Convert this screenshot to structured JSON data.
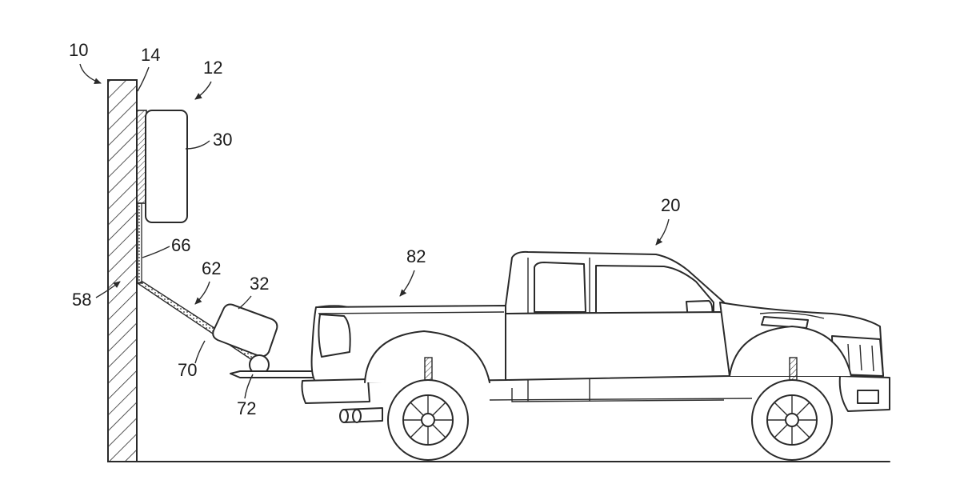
{
  "figure": {
    "labels": {
      "wall_system": "10",
      "mount_assembly": "12",
      "wall_surface": "14",
      "vehicle": "20",
      "housing": "30",
      "charger_head": "32",
      "wall_base": "58",
      "arm_assembly": "62",
      "upper_arm": "66",
      "lower_arm": "70",
      "roller": "72",
      "truck_bed": "82"
    },
    "colors": {
      "line": "#2a2a2a",
      "background": "#ffffff"
    }
  }
}
